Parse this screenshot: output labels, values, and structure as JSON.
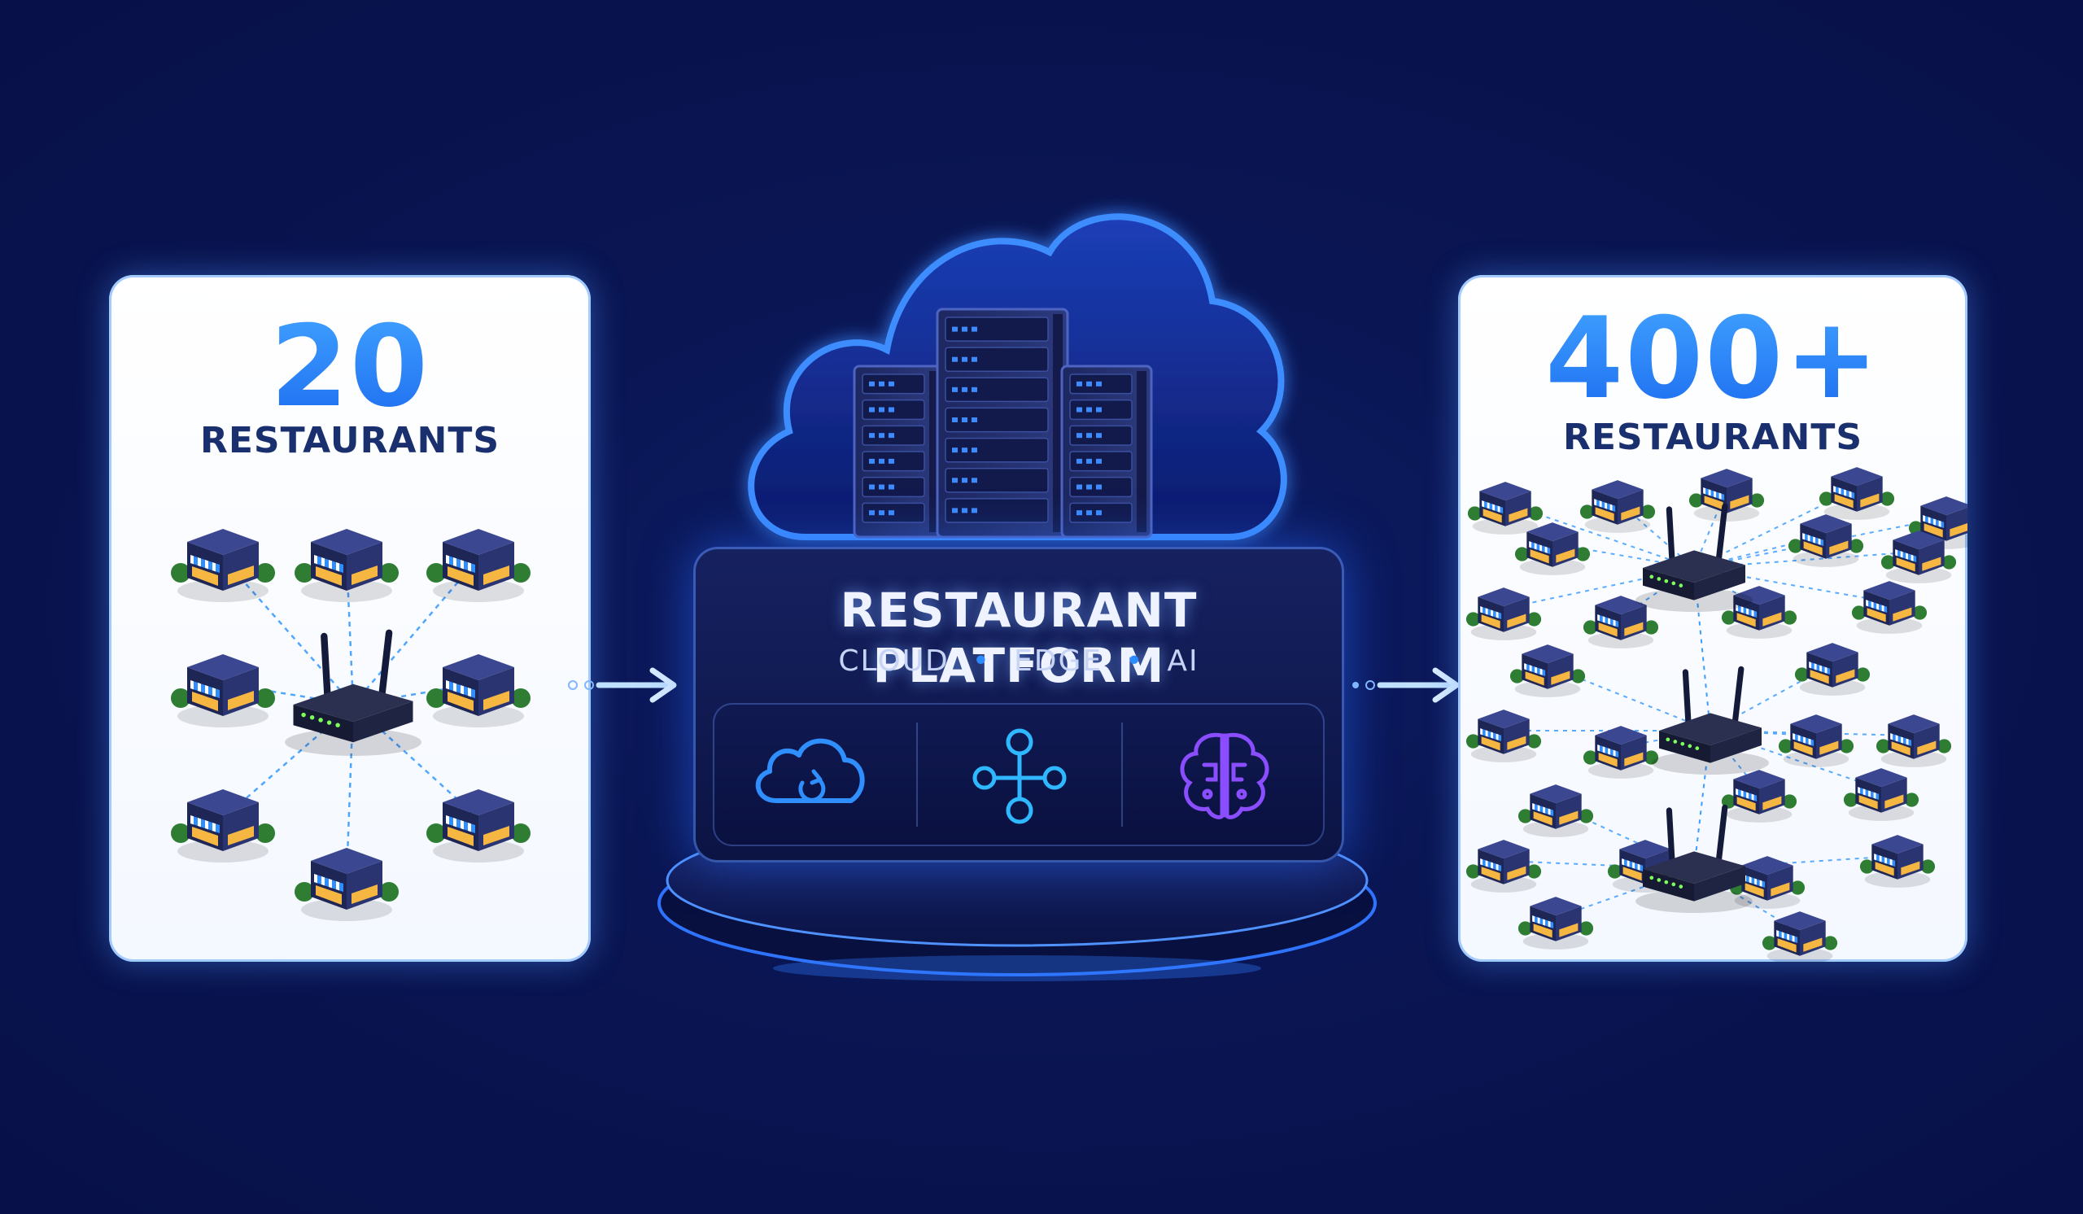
{
  "left_panel": {
    "count": "20",
    "label": "RESTAURANTS",
    "restaurant_icon": "restaurant-building-icon",
    "router_icon": "router-icon"
  },
  "right_panel": {
    "count": "400+",
    "label": "RESTAURANTS",
    "restaurant_icon": "restaurant-building-icon",
    "router_icon": "router-icon"
  },
  "platform": {
    "title": "RESTAURANT PLATFORM",
    "pillars": [
      "CLOUD",
      "EDGE",
      "AI"
    ],
    "tiles": [
      {
        "icon": "cloud-sync-icon",
        "color": "#2f8fff"
      },
      {
        "icon": "edge-network-icon",
        "color": "#2fb8ff"
      },
      {
        "icon": "ai-brain-icon",
        "color": "#8a4dff"
      }
    ],
    "top_icon": "server-cloud-icon"
  },
  "colors": {
    "background": "#0a1654",
    "accent": "#2d8cff",
    "text_dark": "#1a2f6e",
    "panel": "#ffffff"
  }
}
